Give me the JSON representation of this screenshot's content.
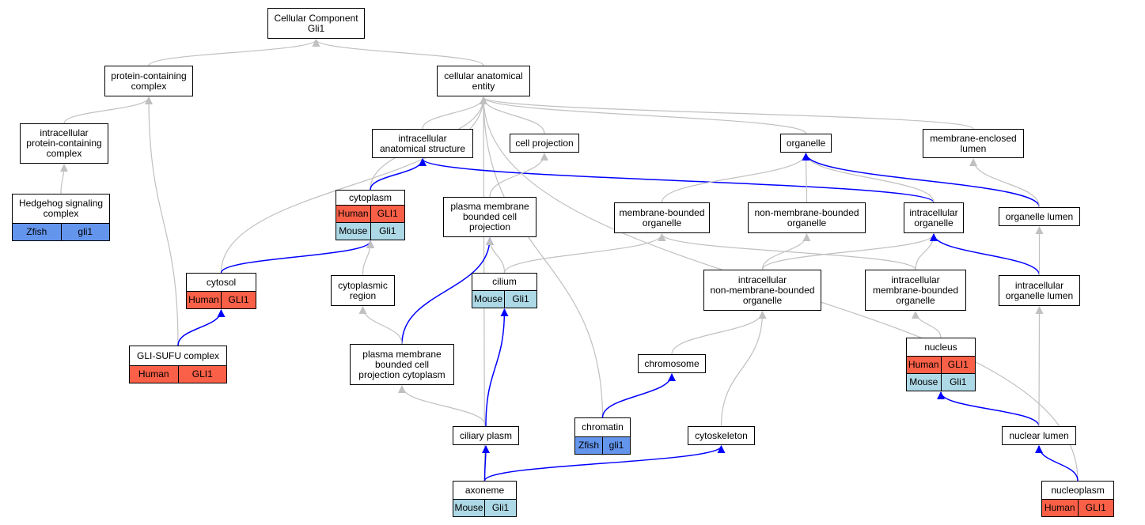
{
  "colors": {
    "human": "#fa6047",
    "mouse": "#add8e6",
    "zfish": "#6495ed",
    "direct_edge": "#0000ff",
    "inferred_edge": "#c0c0c0"
  },
  "nodes": {
    "root": {
      "label": "Cellular Component\nGli1"
    },
    "protein_complex": {
      "label": "protein-containing\ncomplex"
    },
    "cae": {
      "label": "cellular anatomical\nentity"
    },
    "ipcc": {
      "label": "intracellular\nprotein-containing\ncomplex"
    },
    "hedgehog": {
      "label": "Hedgehog signaling\ncomplex",
      "rows": [
        [
          "Zfish",
          "gli1"
        ]
      ]
    },
    "ias": {
      "label": "intracellular\nanatomical structure"
    },
    "cell_proj": {
      "label": "cell projection"
    },
    "organelle": {
      "label": "organelle"
    },
    "mel": {
      "label": "membrane-enclosed\nlumen"
    },
    "cytoplasm": {
      "label": "cytoplasm",
      "rows": [
        [
          "Human",
          "GLI1"
        ],
        [
          "Mouse",
          "Gli1"
        ]
      ]
    },
    "pmbcp": {
      "label": "plasma membrane\nbounded cell\nprojection"
    },
    "mbo": {
      "label": "membrane-bounded\norganelle"
    },
    "nmbo": {
      "label": "non-membrane-bounded\norganelle"
    },
    "io": {
      "label": "intracellular\norganelle"
    },
    "olumen": {
      "label": "organelle lumen"
    },
    "cytosol": {
      "label": "cytosol",
      "rows": [
        [
          "Human",
          "GLI1"
        ]
      ]
    },
    "cilium": {
      "label": "cilium",
      "rows": [
        [
          "Mouse",
          "Gli1"
        ]
      ]
    },
    "cyto_region": {
      "label": "cytoplasmic\nregion"
    },
    "inmbo": {
      "label": "intracellular\nnon-membrane-bounded\norganelle"
    },
    "imbo": {
      "label": "intracellular\nmembrane-bounded\norganelle"
    },
    "iol": {
      "label": "intracellular\norganelle lumen"
    },
    "glisufu": {
      "label": "GLI-SUFU complex",
      "rows": [
        [
          "Human",
          "GLI1"
        ]
      ]
    },
    "pmbcpc": {
      "label": "plasma membrane\nbounded cell\nprojection cytoplasm"
    },
    "chromosome": {
      "label": "chromosome"
    },
    "nucleus": {
      "label": "nucleus",
      "rows": [
        [
          "Human",
          "GLI1"
        ],
        [
          "Mouse",
          "Gli1"
        ]
      ]
    },
    "chromatin": {
      "label": "chromatin",
      "rows": [
        [
          "Zfish",
          "gli1"
        ]
      ]
    },
    "ciliary": {
      "label": "ciliary plasm"
    },
    "cytoskeleton": {
      "label": "cytoskeleton"
    },
    "nuclear_lumen": {
      "label": "nuclear lumen"
    },
    "axoneme": {
      "label": "axoneme",
      "rows": [
        [
          "Mouse",
          "Gli1"
        ]
      ]
    },
    "nucleoplasm": {
      "label": "nucleoplasm",
      "rows": [
        [
          "Human",
          "GLI1"
        ]
      ]
    }
  },
  "edges": [
    {
      "from": "protein_complex",
      "to": "root",
      "type": "inferred"
    },
    {
      "from": "cae",
      "to": "root",
      "type": "inferred"
    },
    {
      "from": "ipcc",
      "to": "protein_complex",
      "type": "inferred"
    },
    {
      "from": "hedgehog",
      "to": "ipcc",
      "type": "inferred"
    },
    {
      "from": "glisufu",
      "to": "protein_complex",
      "type": "inferred"
    },
    {
      "from": "ias",
      "to": "cae",
      "type": "inferred"
    },
    {
      "from": "cell_proj",
      "to": "cae",
      "type": "inferred"
    },
    {
      "from": "organelle",
      "to": "cae",
      "type": "inferred"
    },
    {
      "from": "mel",
      "to": "cae",
      "type": "inferred"
    },
    {
      "from": "cytosol",
      "to": "cae",
      "type": "inferred"
    },
    {
      "from": "cytoplasm",
      "to": "cae",
      "type": "inferred"
    },
    {
      "from": "axoneme",
      "to": "cae",
      "type": "inferred"
    },
    {
      "from": "chromatin",
      "to": "cae",
      "type": "inferred"
    },
    {
      "from": "nucleoplasm",
      "to": "cae",
      "type": "inferred"
    },
    {
      "from": "cytoplasm",
      "to": "ias",
      "type": "direct"
    },
    {
      "from": "io",
      "to": "ias",
      "type": "direct"
    },
    {
      "from": "pmbcp",
      "to": "cell_proj",
      "type": "inferred"
    },
    {
      "from": "mbo",
      "to": "organelle",
      "type": "inferred"
    },
    {
      "from": "nmbo",
      "to": "organelle",
      "type": "inferred"
    },
    {
      "from": "io",
      "to": "organelle",
      "type": "inferred"
    },
    {
      "from": "olumen",
      "to": "organelle",
      "type": "direct"
    },
    {
      "from": "olumen",
      "to": "mel",
      "type": "inferred"
    },
    {
      "from": "cytosol",
      "to": "cytoplasm",
      "type": "direct"
    },
    {
      "from": "cyto_region",
      "to": "cytoplasm",
      "type": "inferred"
    },
    {
      "from": "glisufu",
      "to": "cytosol",
      "type": "direct"
    },
    {
      "from": "pmbcpc",
      "to": "pmbcp",
      "type": "direct"
    },
    {
      "from": "cilium",
      "to": "pmbcp",
      "type": "inferred"
    },
    {
      "from": "cilium",
      "to": "mbo",
      "type": "inferred"
    },
    {
      "from": "imbo",
      "to": "mbo",
      "type": "inferred"
    },
    {
      "from": "inmbo",
      "to": "nmbo",
      "type": "inferred"
    },
    {
      "from": "inmbo",
      "to": "io",
      "type": "inferred"
    },
    {
      "from": "imbo",
      "to": "io",
      "type": "inferred"
    },
    {
      "from": "iol",
      "to": "io",
      "type": "direct"
    },
    {
      "from": "iol",
      "to": "olumen",
      "type": "inferred"
    },
    {
      "from": "pmbcpc",
      "to": "cyto_region",
      "type": "inferred"
    },
    {
      "from": "ciliary",
      "to": "pmbcpc",
      "type": "inferred"
    },
    {
      "from": "ciliary",
      "to": "cilium",
      "type": "direct"
    },
    {
      "from": "axoneme",
      "to": "ciliary",
      "type": "direct"
    },
    {
      "from": "axoneme",
      "to": "cytoskeleton",
      "type": "direct"
    },
    {
      "from": "chromosome",
      "to": "inmbo",
      "type": "inferred"
    },
    {
      "from": "cytoskeleton",
      "to": "inmbo",
      "type": "inferred"
    },
    {
      "from": "chromatin",
      "to": "chromosome",
      "type": "direct"
    },
    {
      "from": "nucleus",
      "to": "imbo",
      "type": "inferred"
    },
    {
      "from": "nuclear_lumen",
      "to": "nucleus",
      "type": "direct"
    },
    {
      "from": "nuclear_lumen",
      "to": "iol",
      "type": "inferred"
    },
    {
      "from": "nucleoplasm",
      "to": "nuclear_lumen",
      "type": "direct"
    }
  ]
}
